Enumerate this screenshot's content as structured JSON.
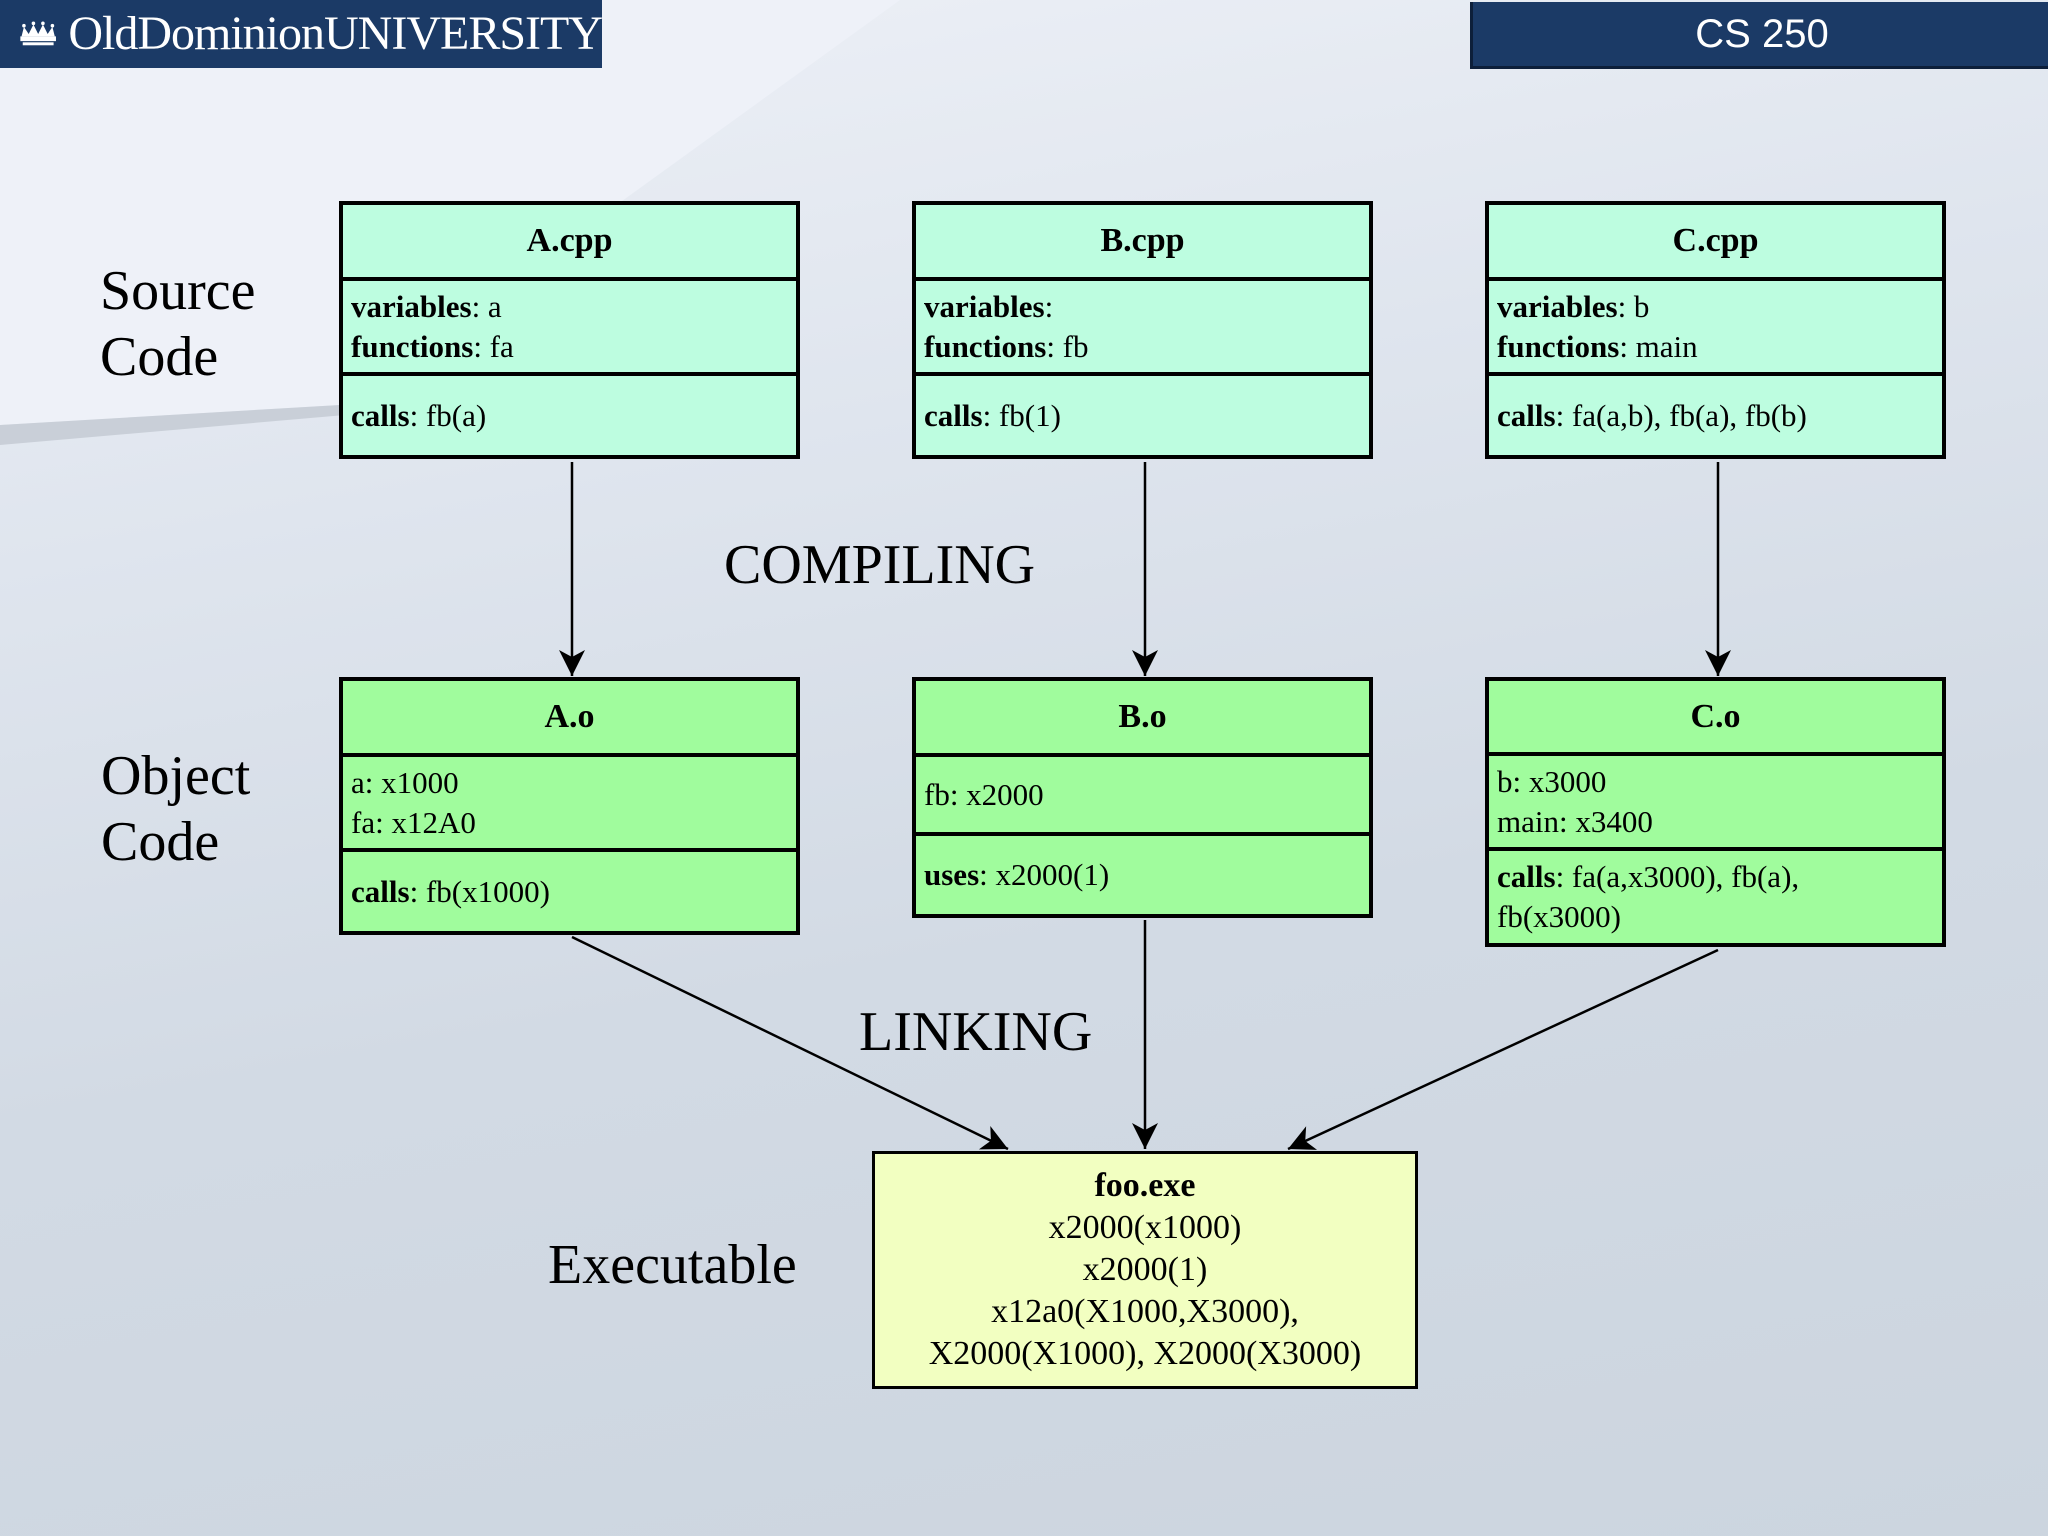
{
  "header": {
    "logo_text": "OldDominionUNIVERSITY",
    "course": "CS 250"
  },
  "side_labels": {
    "source": [
      "Source",
      "Code"
    ],
    "object": [
      "Object",
      "Code"
    ],
    "executable": "Executable"
  },
  "phases": {
    "compiling": "COMPILING",
    "linking": "LINKING"
  },
  "source_files": [
    {
      "name": "A.cpp",
      "variables_key": "variables",
      "variables": ": a",
      "functions_key": "functions",
      "functions": ": fa",
      "calls_key": "calls",
      "calls": ": fb(a)"
    },
    {
      "name": "B.cpp",
      "variables_key": "variables",
      "variables": ":",
      "functions_key": "functions",
      "functions": ": fb",
      "calls_key": "calls",
      "calls": ": fb(1)"
    },
    {
      "name": "C.cpp",
      "variables_key": "variables",
      "variables": ": b",
      "functions_key": "functions",
      "functions": ": main",
      "calls_key": "calls",
      "calls": ": fa(a,b), fb(a), fb(b)"
    }
  ],
  "object_files": [
    {
      "name": "A.o",
      "symbols": [
        "a: x1000",
        "fa: x12A0"
      ],
      "ref_key": "calls",
      "refs": [
        ": fb(x1000)"
      ]
    },
    {
      "name": "B.o",
      "symbols": [
        "fb: x2000"
      ],
      "ref_key": "uses",
      "refs": [
        ": x2000(1)"
      ]
    },
    {
      "name": "C.o",
      "symbols": [
        "b: x3000",
        "main: x3400"
      ],
      "ref_key": "calls",
      "refs": [
        ": fa(a,x3000), fb(a),",
        "fb(x3000)"
      ]
    }
  ],
  "executable": {
    "name": "foo.exe",
    "lines": [
      "x2000(x1000)",
      "x2000(1)",
      "x12a0(X1000,X3000),",
      "X2000(X1000), X2000(X3000)"
    ]
  }
}
